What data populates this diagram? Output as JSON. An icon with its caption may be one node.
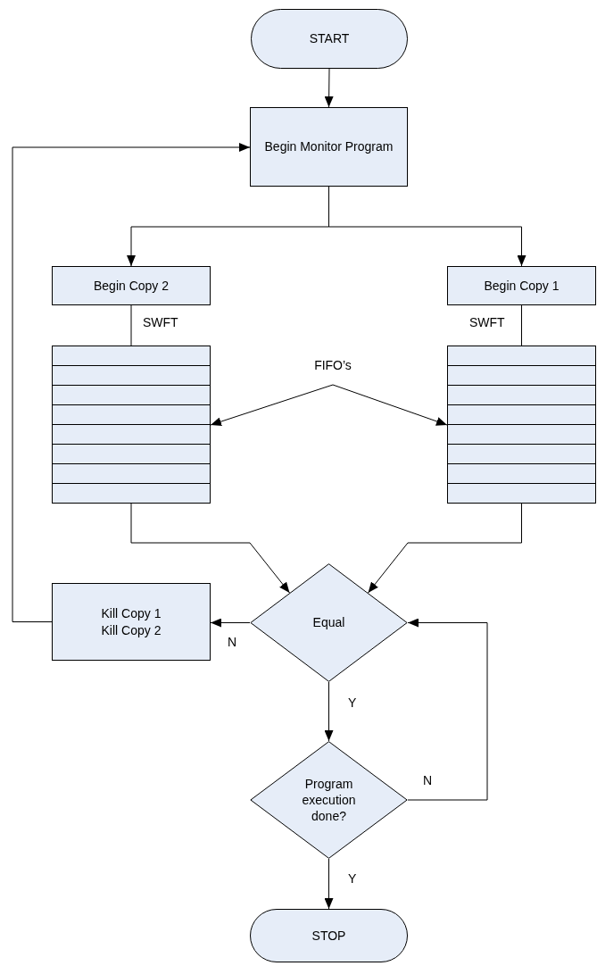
{
  "diagram": {
    "nodes": [
      {
        "text": [
          "START"
        ]
      },
      {
        "text": [
          "Begin Monitor Program"
        ]
      },
      {
        "text": [
          "Begin Copy 2"
        ]
      },
      {
        "text": [
          "Begin Copy 1"
        ]
      },
      {
        "text": [],
        "shape": "box"
      },
      {
        "text": [],
        "shape": "box"
      },
      {
        "text": [
          "FIFO’s"
        ]
      },
      {
        "text": [
          "Kill Copy 1 Kill Copy 2"
        ]
      },
      {
        "text": [
          "Equal"
        ]
      },
      {
        "text": [
          "Program execution done?"
        ]
      },
      {
        "text": [
          "STOP"
        ]
      }
    ],
    "edges": [
      {
        "from": 0,
        "to": 1,
        "arrow": "to"
      },
      {
        "from": 1,
        "to": 2,
        "arrow": "to"
      },
      {
        "from": 1,
        "to": 3,
        "arrow": "to"
      },
      {
        "from": 2,
        "to": 4,
        "arrow": "none",
        "label": "SWFT"
      },
      {
        "from": 3,
        "to": 5,
        "arrow": "none",
        "label": "SWFT"
      },
      {
        "from": 6,
        "to": 4,
        "arrow": "to"
      },
      {
        "from": 6,
        "to": 5,
        "arrow": "to"
      },
      {
        "from": 4,
        "to": 8,
        "arrow": "to"
      },
      {
        "from": 5,
        "to": 8,
        "arrow": "to"
      },
      {
        "from": 8,
        "to": 7,
        "arrow": "to",
        "label": "N"
      },
      {
        "from": 7,
        "to": 1,
        "arrow": "to"
      },
      {
        "from": 8,
        "to": 9,
        "arrow": "to",
        "label": "Y"
      },
      {
        "from": 9,
        "to": 8,
        "arrow": "to",
        "label": "N"
      },
      {
        "from": 9,
        "to": 10,
        "arrow": "to",
        "label": "Y"
      }
    ]
  }
}
